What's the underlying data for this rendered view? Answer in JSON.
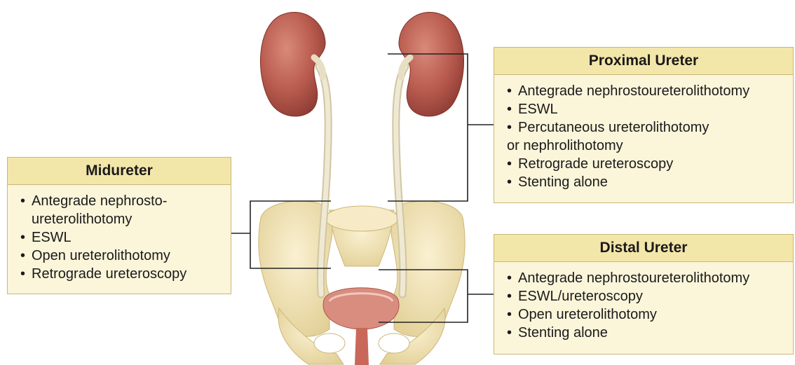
{
  "proximal": {
    "title": "Proximal Ureter",
    "items": [
      {
        "line1": "Antegrade nephrostoureterolithotomy",
        "line2": ""
      },
      {
        "line1": "ESWL",
        "line2": ""
      },
      {
        "line1": "Percutaneous ureterolithotomy",
        "line2": "or nephrolithotomy"
      },
      {
        "line1": "Retrograde ureteroscopy",
        "line2": ""
      },
      {
        "line1": "Stenting alone",
        "line2": ""
      }
    ]
  },
  "midureter": {
    "title": "Midureter",
    "items": [
      {
        "line1": "Antegrade nephrosto-",
        "line2": "ureterolithotomy"
      },
      {
        "line1": "ESWL",
        "line2": ""
      },
      {
        "line1": "Open ureterolithotomy",
        "line2": ""
      },
      {
        "line1": "Retrograde ureteroscopy",
        "line2": ""
      }
    ]
  },
  "distal": {
    "title": "Distal Ureter",
    "items": [
      {
        "line1": "Antegrade nephrostoureterolithotomy",
        "line2": ""
      },
      {
        "line1": "ESWL/ureteroscopy",
        "line2": ""
      },
      {
        "line1": "Open ureterolithotomy",
        "line2": ""
      },
      {
        "line1": "Stenting alone",
        "line2": ""
      }
    ]
  },
  "colors": {
    "kidney": "#b85a4e",
    "ureter": "#ece6cf",
    "bone": "#f1e4b8",
    "bladder": "#d98d7f",
    "box_fill": "#fbf5da",
    "box_header": "#f3e6a9"
  }
}
